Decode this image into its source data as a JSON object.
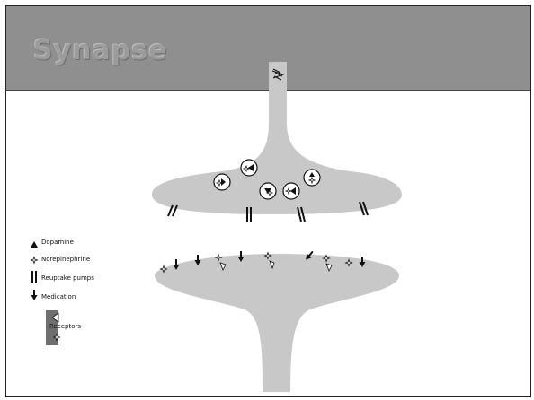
{
  "title": "Synapse",
  "legend": {
    "dopamine": "Dopamine",
    "norepinephrine": "Norepinephrine",
    "reuptake_pumps": "Reuptake pumps",
    "medication": "Medication",
    "receptors": "Receptors"
  },
  "colors": {
    "banner": "#8f8f8f",
    "neuron": "#c8c8c8",
    "receptor_box": "#6e6e6e",
    "ink": "#111111"
  },
  "icons": {
    "dopamine": "filled-triangle",
    "norepinephrine": "four-point-star",
    "reuptake_pump": "double-bar",
    "medication": "down-arrow",
    "vesicle": "circle-with-molecules"
  }
}
